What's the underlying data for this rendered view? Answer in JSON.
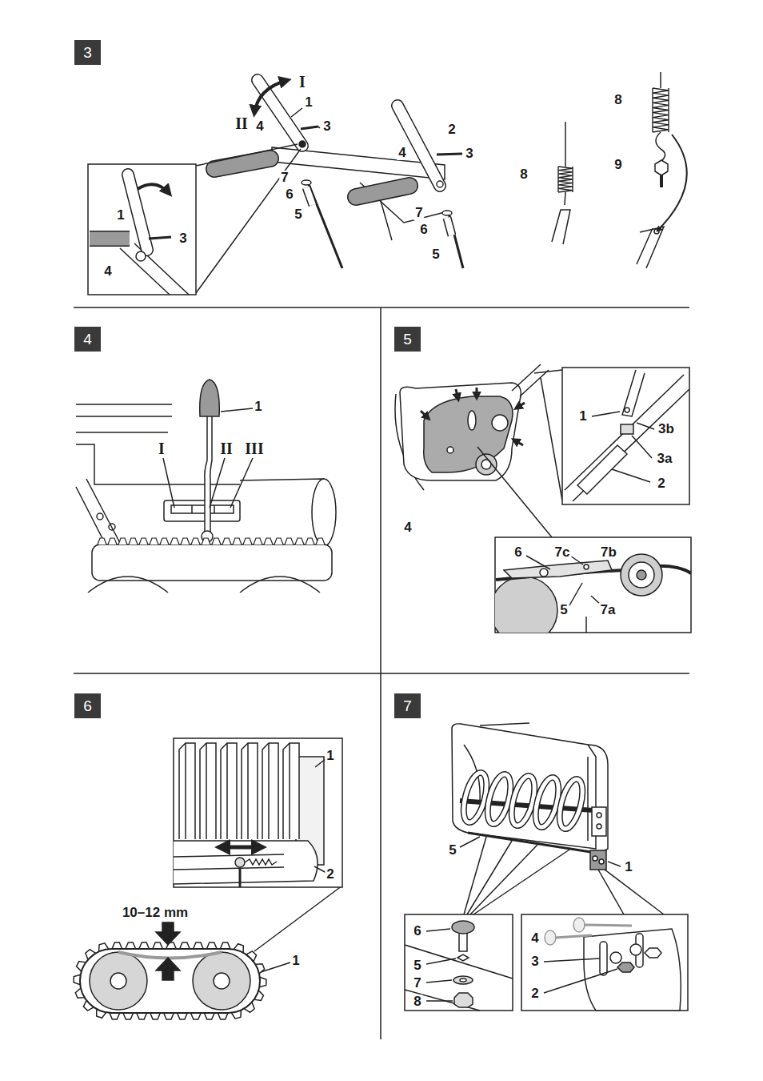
{
  "diagram": {
    "nodes": [
      {
        "text": [
          "3"
        ]
      },
      {
        "text": [
          "4"
        ]
      },
      {
        "text": [
          "5"
        ]
      },
      {
        "text": [
          "6"
        ]
      },
      {
        "text": [
          "7"
        ]
      }
    ],
    "labels": [
      "I",
      "1",
      "II",
      "4",
      "3",
      "2",
      "4",
      "3",
      "7",
      "6",
      "5",
      "7",
      "6",
      "5",
      "8",
      "9",
      "8",
      "1",
      "3",
      "4",
      "1",
      "I",
      "II",
      "III",
      "1",
      "3b",
      "3a",
      "2",
      "4",
      "6",
      "7c",
      "7b",
      "5",
      "7a",
      "1",
      "2",
      "10–12 mm",
      "1",
      "1",
      "5",
      "6",
      "5",
      "7",
      "8",
      "4",
      "3",
      "2"
    ]
  }
}
